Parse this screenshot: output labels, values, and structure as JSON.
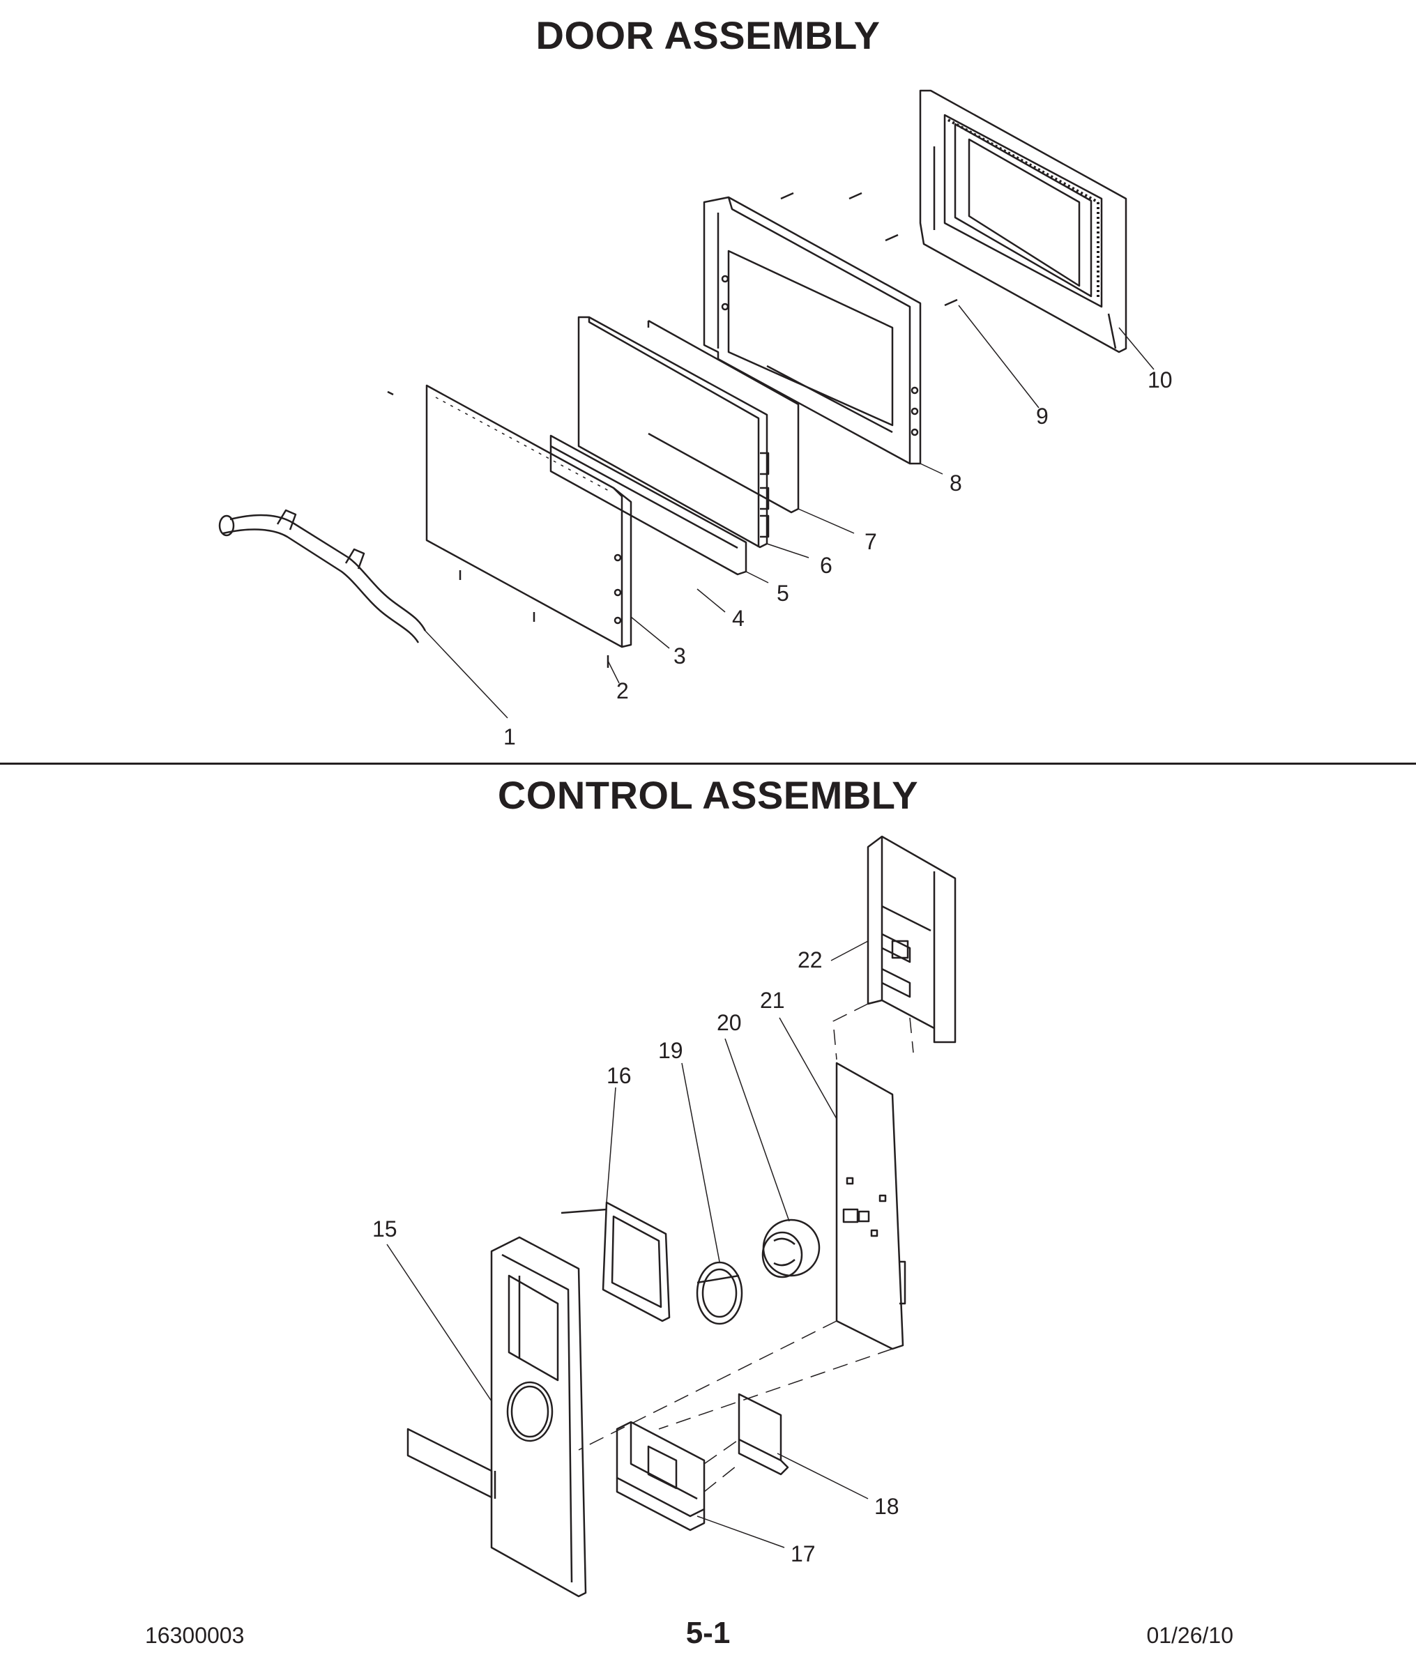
{
  "sections": {
    "door": {
      "title": "DOOR ASSEMBLY"
    },
    "control": {
      "title": "CONTROL ASSEMBLY"
    }
  },
  "callouts": {
    "door": [
      "1",
      "2",
      "3",
      "4",
      "5",
      "6",
      "7",
      "8",
      "9",
      "10"
    ],
    "control": [
      "15",
      "16",
      "17",
      "18",
      "19",
      "20",
      "21",
      "22"
    ]
  },
  "footer": {
    "part_number": "16300003",
    "page": "5-1",
    "date": "01/26/10"
  }
}
